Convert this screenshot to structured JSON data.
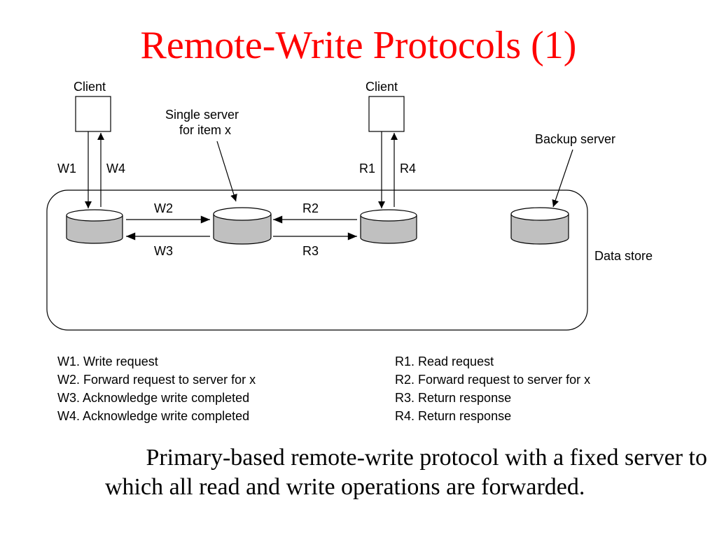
{
  "title": "Remote-Write Protocols (1)",
  "colors": {
    "title": "#ff0000",
    "disk": "#c0c0c0",
    "stroke": "#000000"
  },
  "diagram": {
    "clients": [
      {
        "label": "Client"
      },
      {
        "label": "Client"
      }
    ],
    "annotations": {
      "single_server": [
        "Single server",
        "for item x"
      ],
      "backup_server": "Backup server",
      "data_store": "Data store"
    },
    "arrows": {
      "w1": "W1",
      "w4": "W4",
      "r1": "R1",
      "r4": "R4",
      "w2": "W2",
      "w3": "W3",
      "r2": "R2",
      "r3": "R3"
    }
  },
  "legend": {
    "write": [
      "W1. Write request",
      "W2. Forward request to server for x",
      "W3. Acknowledge write completed",
      "W4. Acknowledge write completed"
    ],
    "read": [
      "R1. Read request",
      "R2. Forward request to server for x",
      "R3. Return response",
      "R4. Return response"
    ]
  },
  "caption": {
    "line1": "Primary-based remote-write protocol with a fixed server to",
    "line2": "which all read and write operations are forwarded."
  }
}
